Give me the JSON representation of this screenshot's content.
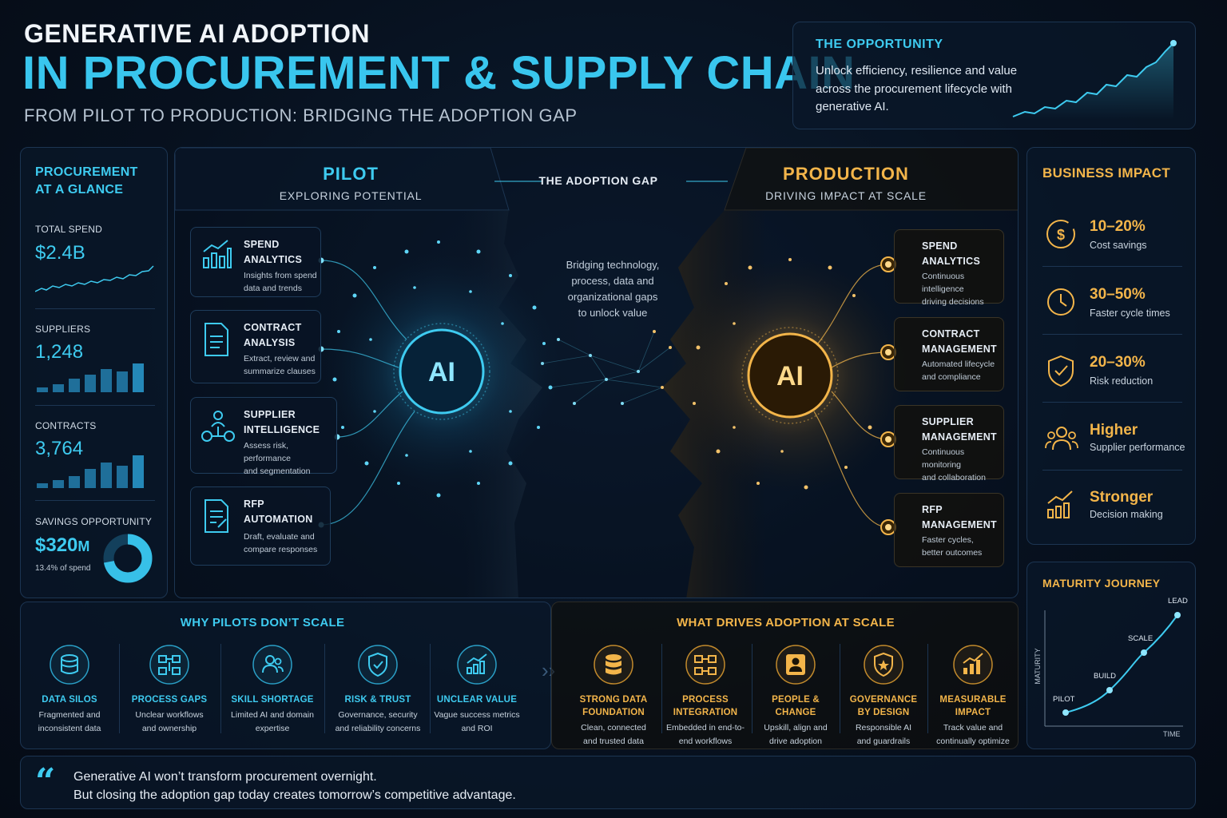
{
  "header": {
    "title_small": "GENERATIVE AI ADOPTION",
    "title_big": "IN PROCUREMENT & SUPPLY CHAIN",
    "subtitle": "FROM PILOT TO PRODUCTION: BRIDGING THE ADOPTION GAP"
  },
  "opportunity": {
    "title": "THE OPPORTUNITY",
    "text": "Unlock efficiency, resilience and value across the procurement lifecycle with generative AI."
  },
  "glance": {
    "title": "PROCUREMENT AT A GLANCE",
    "total_spend_label": "TOTAL SPEND",
    "total_spend_value": "$2.4B",
    "suppliers_label": "SUPPLIERS",
    "suppliers_value": "1,248",
    "contracts_label": "CONTRACTS",
    "contracts_value": "3,764",
    "savings_label": "SAVINGS OPPORTUNITY",
    "savings_value": "$320",
    "savings_unit": "M",
    "savings_note": "13.4% of spend",
    "savings_fraction": 0.72
  },
  "pilot": {
    "title": "PILOT",
    "subtitle": "EXPLORING POTENTIAL",
    "ai_label": "AI",
    "features": [
      {
        "title1": "SPEND",
        "title2": "ANALYTICS",
        "desc1": "Insights from spend",
        "desc2": "data and trends"
      },
      {
        "title1": "CONTRACT",
        "title2": "ANALYSIS",
        "desc1": "Extract, review and",
        "desc2": "summarize clauses"
      },
      {
        "title1": "SUPPLIER",
        "title2": "INTELLIGENCE",
        "desc1": "Assess risk, performance",
        "desc2": "and segmentation"
      },
      {
        "title1": "RFP",
        "title2": "AUTOMATION",
        "desc1": "Draft, evaluate and",
        "desc2": "compare responses"
      }
    ]
  },
  "gap": {
    "title": "THE ADOPTION GAP",
    "line1": "Bridging technology,",
    "line2": "process, data and",
    "line3": "organizational gaps",
    "line4": "to unlock value"
  },
  "production": {
    "title": "PRODUCTION",
    "subtitle": "DRIVING IMPACT AT SCALE",
    "ai_label": "AI",
    "features": [
      {
        "title1": "SPEND",
        "title2": "ANALYTICS",
        "desc1": "Continuous intelligence",
        "desc2": "driving decisions"
      },
      {
        "title1": "CONTRACT",
        "title2": "MANAGEMENT",
        "desc1": "Automated lifecycle",
        "desc2": "and compliance"
      },
      {
        "title1": "SUPPLIER",
        "title2": "MANAGEMENT",
        "desc1": "Continuous monitoring",
        "desc2": "and collaboration"
      },
      {
        "title1": "RFP",
        "title2": "MANAGEMENT",
        "desc1": "Faster cycles,",
        "desc2": "better outcomes"
      }
    ]
  },
  "impact": {
    "title": "BUSINESS IMPACT",
    "items": [
      {
        "value": "10–20%",
        "label": "Cost savings",
        "icon": "dollar-icon"
      },
      {
        "value": "30–50%",
        "label": "Faster cycle times",
        "icon": "clock-icon"
      },
      {
        "value": "20–30%",
        "label": "Risk reduction",
        "icon": "shield-check-icon"
      },
      {
        "value": "Higher",
        "label": "Supplier performance",
        "icon": "people-icon"
      },
      {
        "value": "Stronger",
        "label": "Decision making",
        "icon": "growth-chart-icon"
      }
    ]
  },
  "maturity": {
    "title": "MATURITY JOURNEY",
    "y_label": "MATURITY",
    "x_label": "TIME",
    "stages": [
      "PILOT",
      "BUILD",
      "SCALE",
      "LEAD"
    ]
  },
  "why": {
    "title": "WHY PILOTS DON’T SCALE",
    "items": [
      {
        "title1": "DATA SILOS",
        "title2": "",
        "desc1": "Fragmented and",
        "desc2": "inconsistent data"
      },
      {
        "title1": "PROCESS GAPS",
        "title2": "",
        "desc1": "Unclear workflows",
        "desc2": "and ownership"
      },
      {
        "title1": "SKILL SHORTAGE",
        "title2": "",
        "desc1": "Limited AI and domain",
        "desc2": "expertise"
      },
      {
        "title1": "RISK & TRUST",
        "title2": "",
        "desc1": "Governance, security",
        "desc2": "and reliability concerns"
      },
      {
        "title1": "UNCLEAR VALUE",
        "title2": "",
        "desc1": "Vague success metrics",
        "desc2": "and ROI"
      }
    ]
  },
  "drives": {
    "title": "WHAT DRIVES ADOPTION AT SCALE",
    "items": [
      {
        "title1": "STRONG DATA",
        "title2": "FOUNDATION",
        "desc1": "Clean, connected",
        "desc2": "and trusted data"
      },
      {
        "title1": "PROCESS",
        "title2": "INTEGRATION",
        "desc1": "Embedded in end-to-",
        "desc2": "end workflows"
      },
      {
        "title1": "PEOPLE &",
        "title2": "CHANGE",
        "desc1": "Upskill, align and",
        "desc2": "drive adoption"
      },
      {
        "title1": "GOVERNANCE",
        "title2": "BY DESIGN",
        "desc1": "Responsible AI",
        "desc2": "and guardrails"
      },
      {
        "title1": "MEASURABLE",
        "title2": "IMPACT",
        "desc1": "Track value and",
        "desc2": "continually optimize"
      }
    ]
  },
  "quote": {
    "mark": "“",
    "line1": "Generative AI won’t transform procurement overnight.",
    "line2": "But closing the adoption gap today creates tomorrow’s competitive advantage."
  },
  "colors": {
    "cyan": "#3ecbf0",
    "gold": "#f3b54a",
    "background": "#07111f"
  }
}
